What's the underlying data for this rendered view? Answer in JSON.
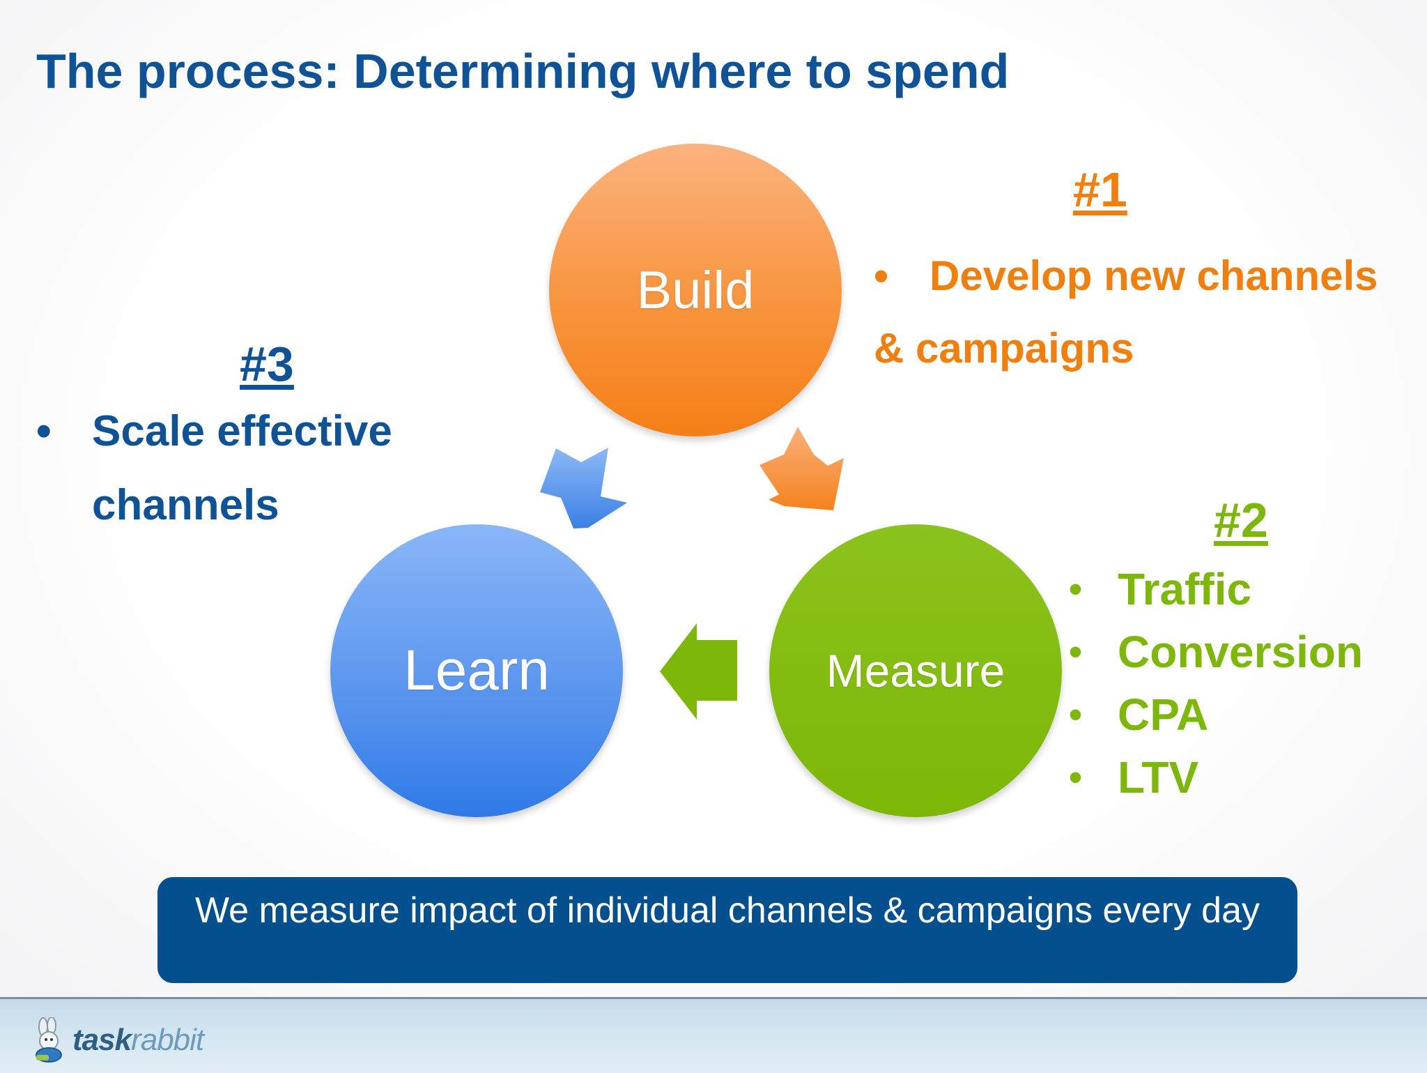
{
  "title": "The process: Determining where to spend",
  "cycle": {
    "build": "Build",
    "measure": "Measure",
    "learn": "Learn"
  },
  "callouts": {
    "one": {
      "number": "#1",
      "bullet": "•",
      "line1": "Develop new channels",
      "line2": "& campaigns"
    },
    "two": {
      "number": "#2",
      "bullet": "•",
      "items": [
        "Traffic",
        "Conversion",
        "CPA",
        "LTV"
      ]
    },
    "three": {
      "number": "#3",
      "bullet": "•",
      "line1": "Scale effective",
      "line2": "channels"
    }
  },
  "banner": "We measure impact of individual channels & campaigns every day",
  "footer": {
    "logo_bold": "task",
    "logo_light": "rabbit"
  },
  "colors": {
    "title_blue": "#0f5296",
    "orange": "#f07f0f",
    "green": "#7db70a",
    "banner_blue": "#04508f"
  }
}
